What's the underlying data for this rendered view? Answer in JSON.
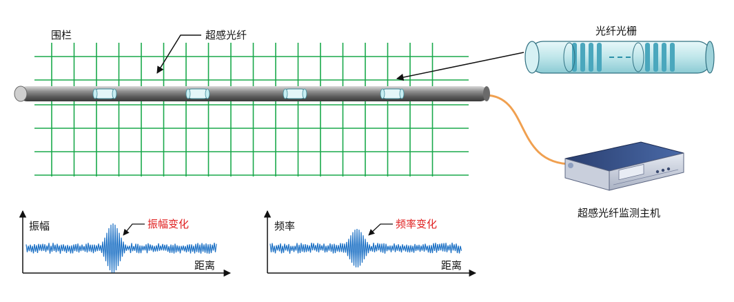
{
  "labels": {
    "fence": "围栏",
    "sensing_fiber": "超感光纤",
    "fiber_grating": "光纤光栅",
    "host": "超感光纤监测主机"
  },
  "plots": {
    "amplitude": {
      "ylabel": "振幅",
      "xlabel": "距离",
      "annotation": "振幅变化"
    },
    "frequency": {
      "ylabel": "频率",
      "xlabel": "距离",
      "annotation": "频率变化"
    }
  },
  "colors": {
    "fence_grid": "#18a84a",
    "cable": "#8a8a8a",
    "lead_fiber": "#f0a050",
    "waveform": "#1a6fc4",
    "grating_tube": "#bfe6ea",
    "grating_band": "#4aa7bd",
    "annotation_red": "#e02020"
  },
  "icons": {
    "host": "rack-server-icon",
    "grating": "fiber-grating-icon"
  }
}
